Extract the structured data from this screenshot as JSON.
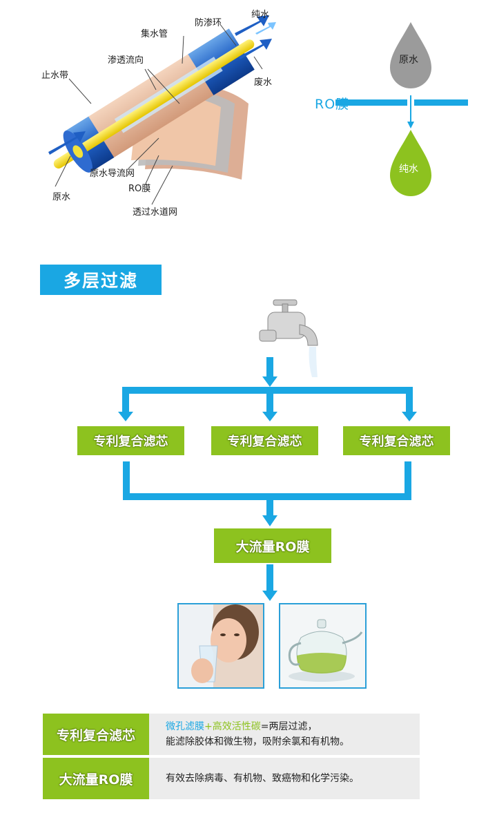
{
  "membrane": {
    "labels": {
      "pure_water": "纯水",
      "anti_seepage_ring": "防渗环",
      "collection_pipe": "集水管",
      "permeate_flow": "渗透流向",
      "water_stop_band": "止水带",
      "waste_water": "废水",
      "raw_water_guide_mesh": "原水导流网",
      "ro_membrane": "RO膜",
      "raw_water": "原水",
      "permeate_channel_mesh": "透过水道网"
    }
  },
  "drops": {
    "raw_label": "原水",
    "membrane_label": "RO膜",
    "pure_label": "纯水"
  },
  "section": {
    "title": "多层过滤"
  },
  "flow": {
    "filter_label": "专利复合滤芯",
    "ro_label": "大流量RO膜"
  },
  "info": {
    "row1": {
      "label": "专利复合滤芯",
      "part1": "微孔滤膜",
      "plus": "+",
      "part2": "高效活性碳",
      "part3": "=两层过滤，",
      "line2": "能滤除胶体和微生物，吸附余氯和有机物。"
    },
    "row2": {
      "label": "大流量RO膜",
      "text": "有效去除病毒、有机物、致癌物和化学污染。"
    }
  },
  "colors": {
    "blue": "#1aa7e3",
    "green": "#8dc21f"
  }
}
